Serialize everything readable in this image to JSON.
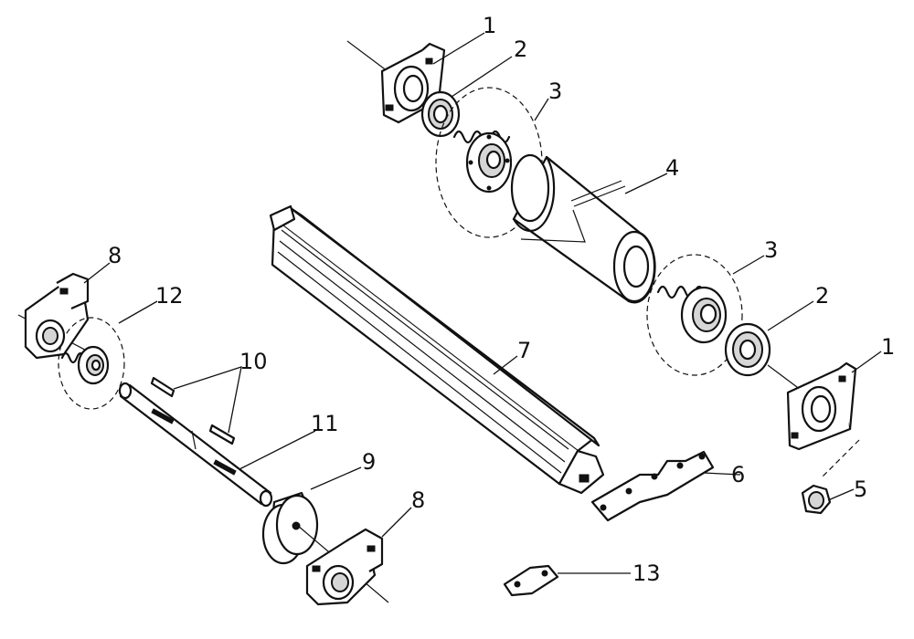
{
  "parts": {
    "p1a": "1",
    "p2a": "2",
    "p3a": "3",
    "p4": "4",
    "p3b": "3",
    "p2b": "2",
    "p1b": "1",
    "p5": "5",
    "p6": "6",
    "p7": "7",
    "p8a": "8",
    "p12": "12",
    "p10": "10",
    "p11": "11",
    "p9": "9",
    "p8b": "8",
    "p13": "13"
  }
}
